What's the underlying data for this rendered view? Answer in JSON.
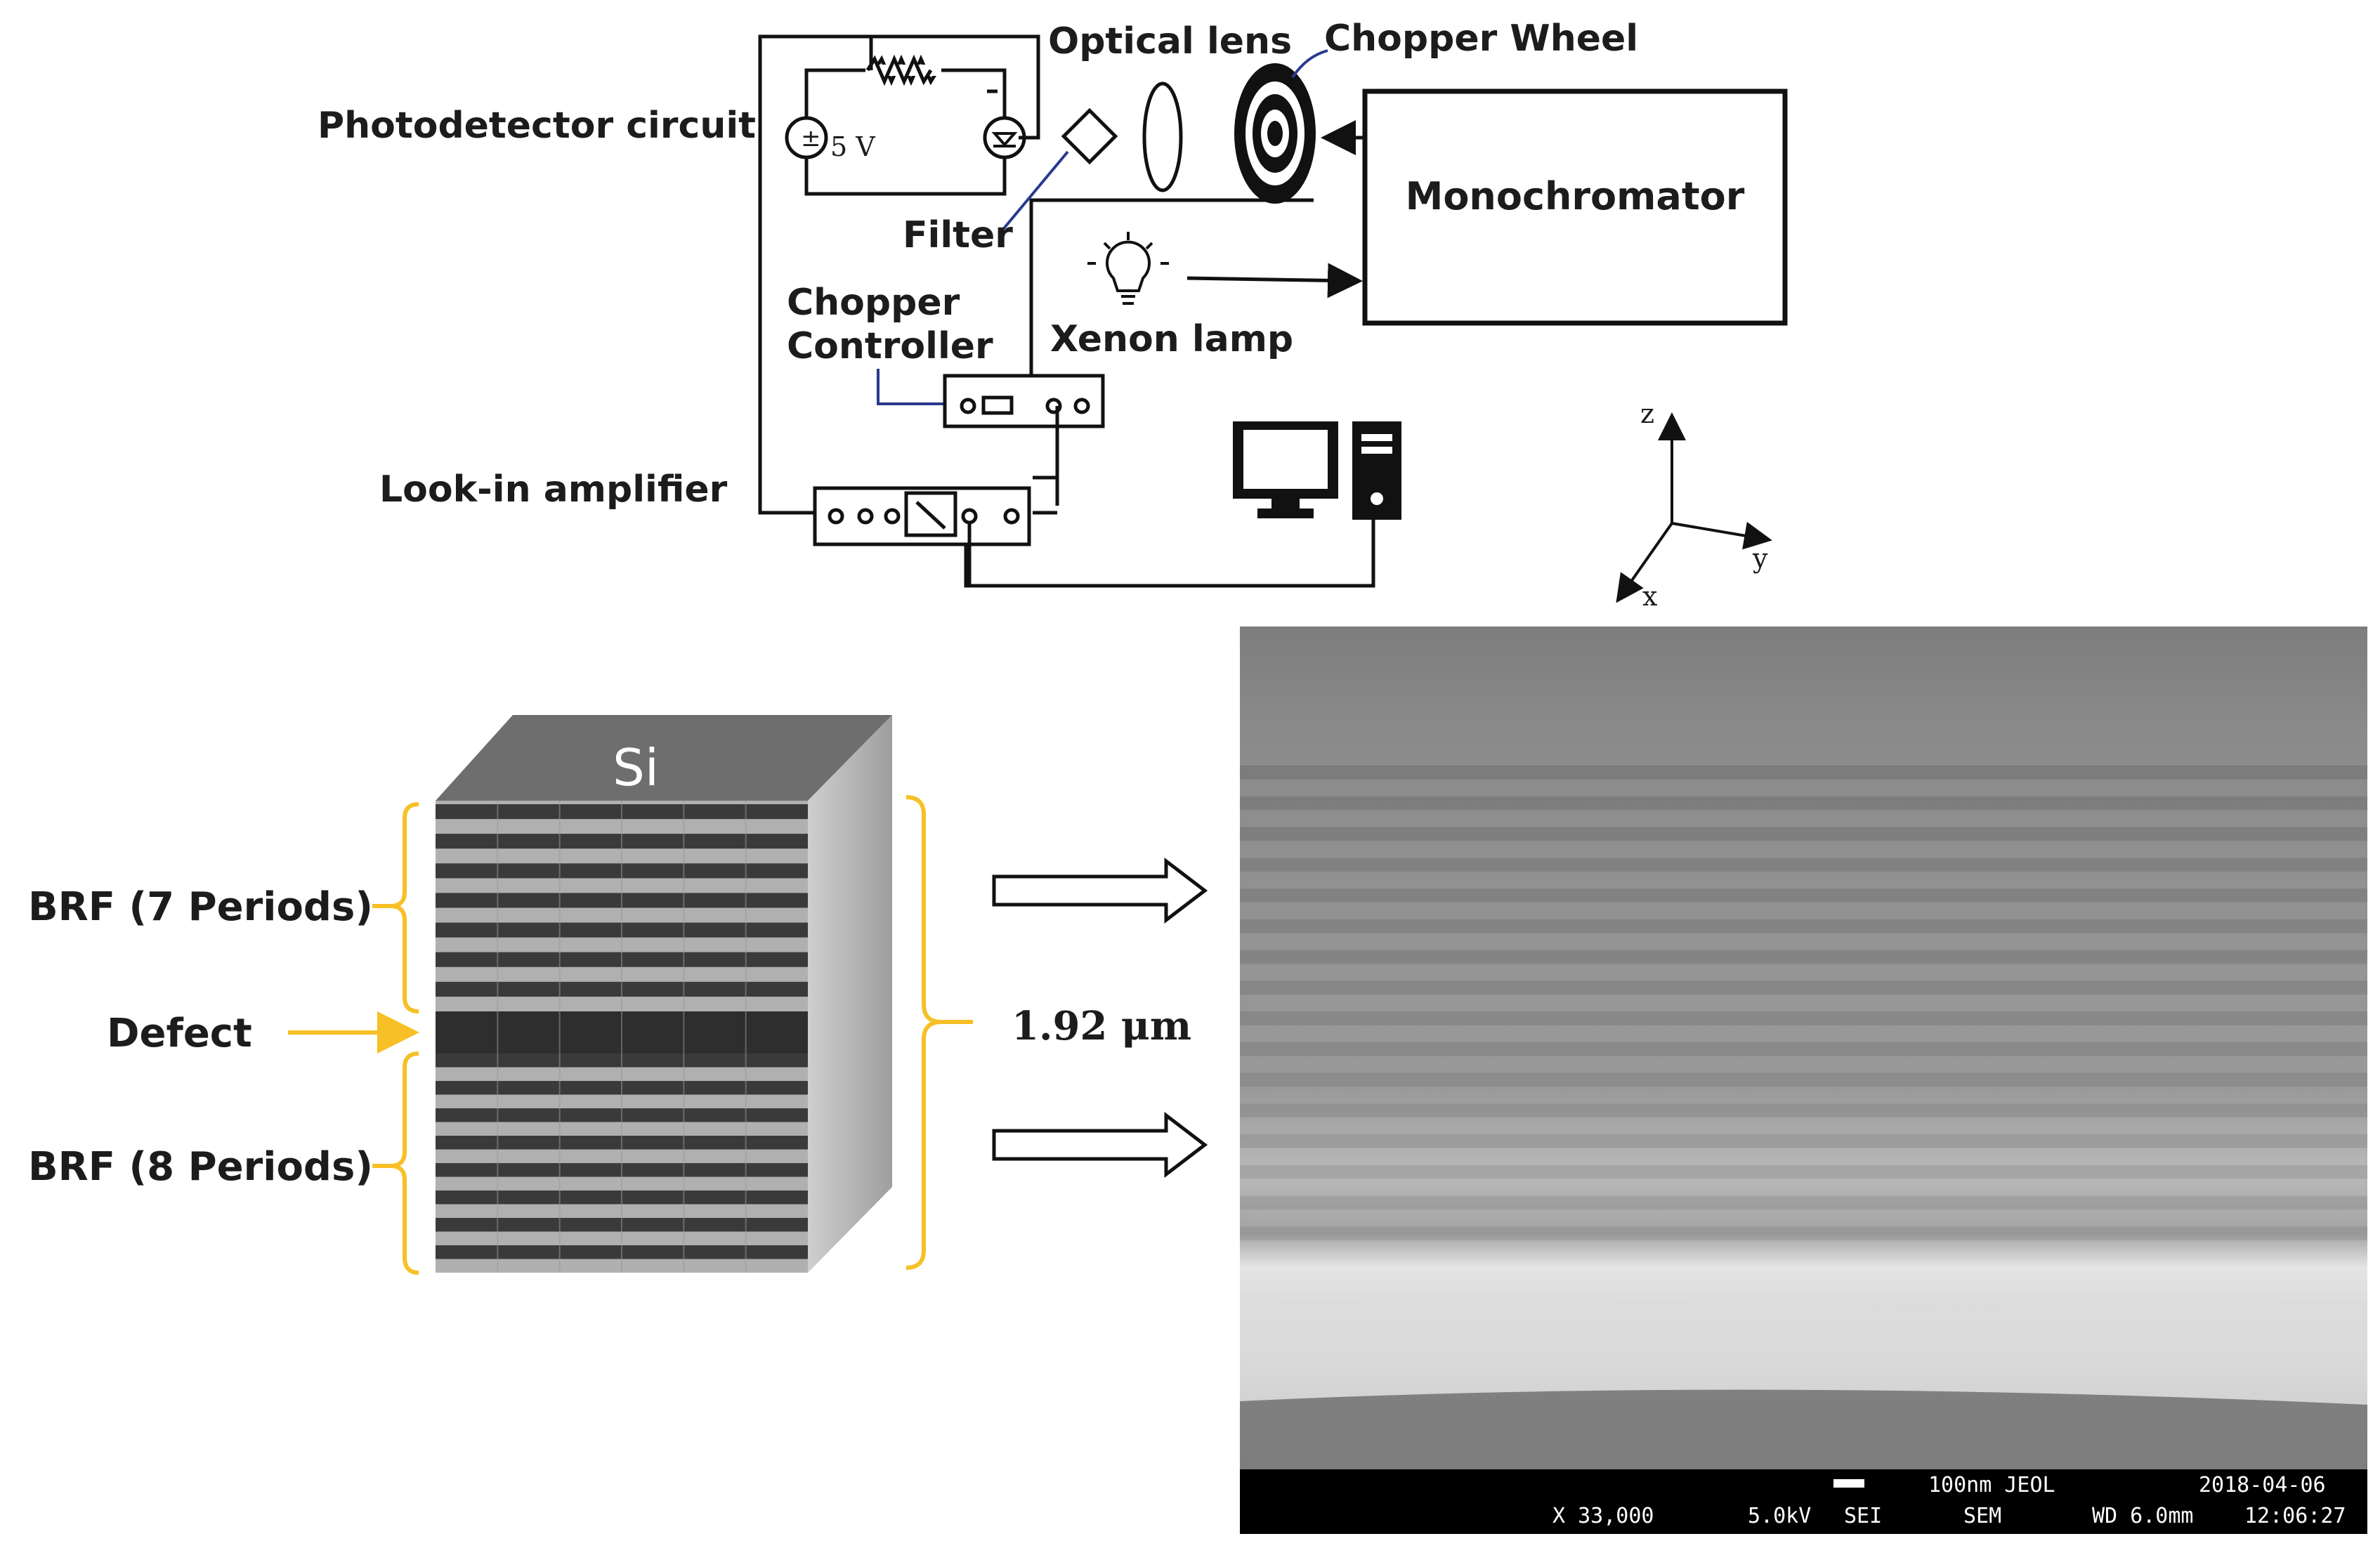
{
  "setup": {
    "photodetector_label": "Photodetector circuit",
    "voltage_label": "5 V",
    "optical_lens_label": "Optical lens",
    "chopper_wheel_label": "Chopper Wheel",
    "filter_label": "Filter",
    "monochromator_label": "Monochromator",
    "chopper_controller_label": [
      "Chopper",
      "Controller"
    ],
    "xenon_lamp_label": "Xenon lamp",
    "lockin_label": "Look-in amplifier",
    "axes": {
      "z": "z",
      "y": "y",
      "x": "x"
    }
  },
  "structure": {
    "top_label": "Si",
    "brf_top_label": "BRF (7 Periods)",
    "defect_label": "Defect",
    "brf_bottom_label": "BRF (8 Periods)",
    "thickness_label": "1.92 μm",
    "brf_top_periods": 7,
    "brf_bottom_periods": 8
  },
  "sem": {
    "scalebar_label": "100nm JEOL",
    "date": "2018-04-06",
    "magnification": "X 33,000",
    "voltage": "5.0kV",
    "detector": "SEI",
    "mode": "SEM",
    "working_distance": "WD 6.0mm",
    "time": "12:06:27"
  },
  "colors": {
    "accent_yellow": "#f6c026",
    "wire_blue": "#2b3a8f",
    "line_black": "#111111"
  }
}
